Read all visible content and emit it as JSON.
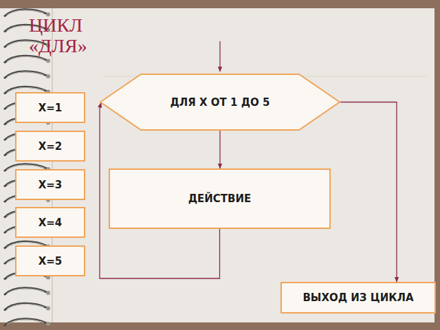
{
  "diagram": {
    "title": "ЦИКЛ «ДЛЯ»",
    "nodes": [
      {
        "text": [
          "ДЛЯ Х ОТ 1 ДО 5"
        ]
      },
      {
        "text": [
          "X=1"
        ]
      },
      {
        "text": [
          "X=2"
        ]
      },
      {
        "text": [
          "X=3"
        ]
      },
      {
        "text": [
          "X=4"
        ]
      },
      {
        "text": [
          "X=5"
        ]
      },
      {
        "text": [
          "ДЕЙСТВИЕ"
        ]
      },
      {
        "text": [
          "ВЫХОД ИЗ ЦИКЛА"
        ]
      }
    ],
    "edges": [
      {
        "from": 0,
        "to": 6,
        "arrow": "to"
      },
      {
        "from": 6,
        "to": 0,
        "arrow": "to"
      },
      {
        "from": 0,
        "to": 7,
        "arrow": "to"
      }
    ]
  }
}
